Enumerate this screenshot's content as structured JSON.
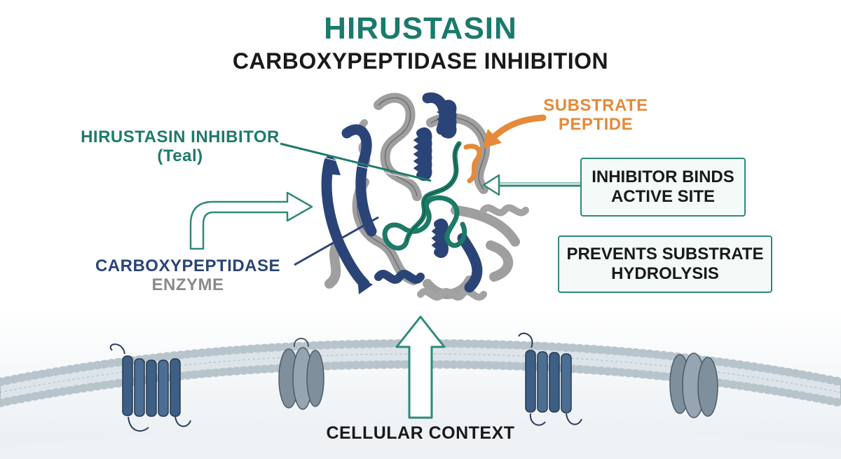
{
  "title": "HIRUSTASIN",
  "subtitle": "CARBOXYPEPTIDASE INHIBITION",
  "labels": {
    "inhibitor_line1": "HIRUSTASIN INHIBITOR",
    "inhibitor_line2": "(Teal)",
    "substrate_line1": "SUBSTRATE",
    "substrate_line2": "PEPTIDE",
    "enzyme_line1": "CARBOXYPEPTIDASE",
    "enzyme_line2": "ENZYME",
    "cellular_context": "CELLULAR CONTEXT"
  },
  "boxes": {
    "binds_line1": "INHIBITOR BINDS",
    "binds_line2": "ACTIVE SITE",
    "prevents_line1": "PREVENTS SUBSTRATE",
    "prevents_line2": "HYDROLYSIS"
  },
  "colors": {
    "teal": "#1b7a6c",
    "navy": "#2b4478",
    "gray": "#9a9a9a",
    "orange": "#e48a3a",
    "membrane": "#b8c4cc"
  }
}
